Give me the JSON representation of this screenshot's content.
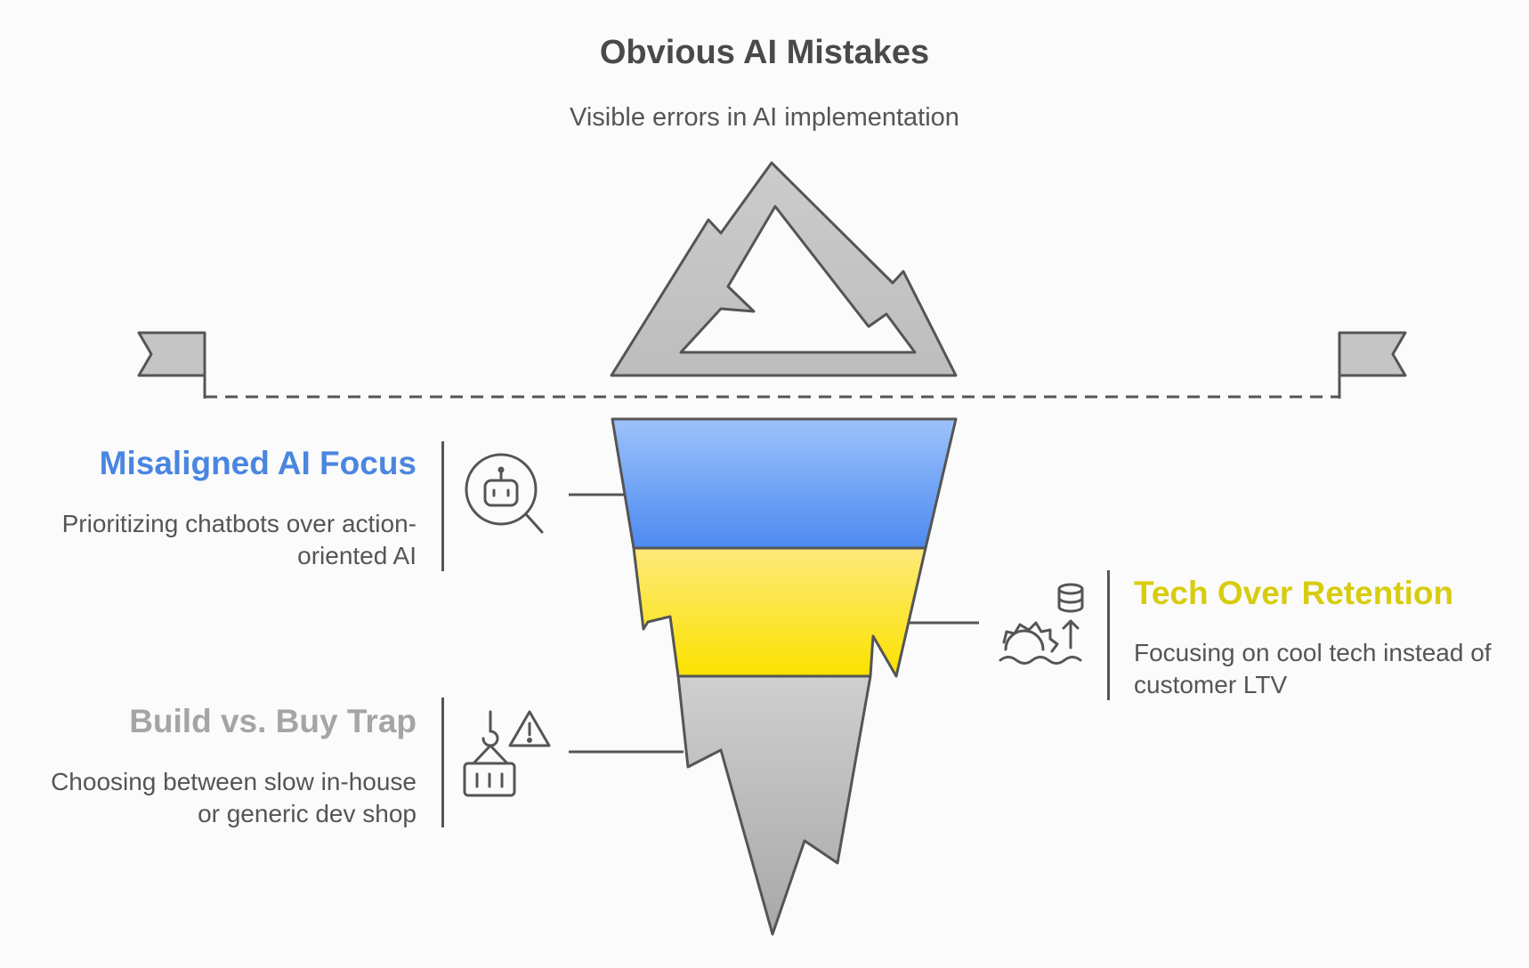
{
  "title": "Obvious AI Mistakes",
  "subtitle": "Visible errors in AI implementation",
  "colors": {
    "blue_heading": "#4a86e0",
    "yellow_heading": "#d8cc10",
    "gray_heading": "#a5a5a5",
    "ice_gray": "#c8c8c8",
    "layer_blue": "#6aa0f8",
    "layer_yellow": "#fde22a",
    "outline": "#555555"
  },
  "items": [
    {
      "heading": "Misaligned AI Focus",
      "description_lines": [
        "Prioritizing chatbots over action-",
        "oriented AI"
      ],
      "icon": "robot-search-icon",
      "layer_color": "blue"
    },
    {
      "heading": "Tech Over Retention",
      "description_lines": [
        "Focusing on cool tech instead of",
        "customer LTV"
      ],
      "icon": "gear-database-upload-icon",
      "layer_color": "yellow"
    },
    {
      "heading": "Build vs. Buy Trap",
      "description_lines": [
        "Choosing between slow in-house",
        "or generic dev shop"
      ],
      "icon": "crane-warning-icon",
      "layer_color": "gray"
    }
  ]
}
